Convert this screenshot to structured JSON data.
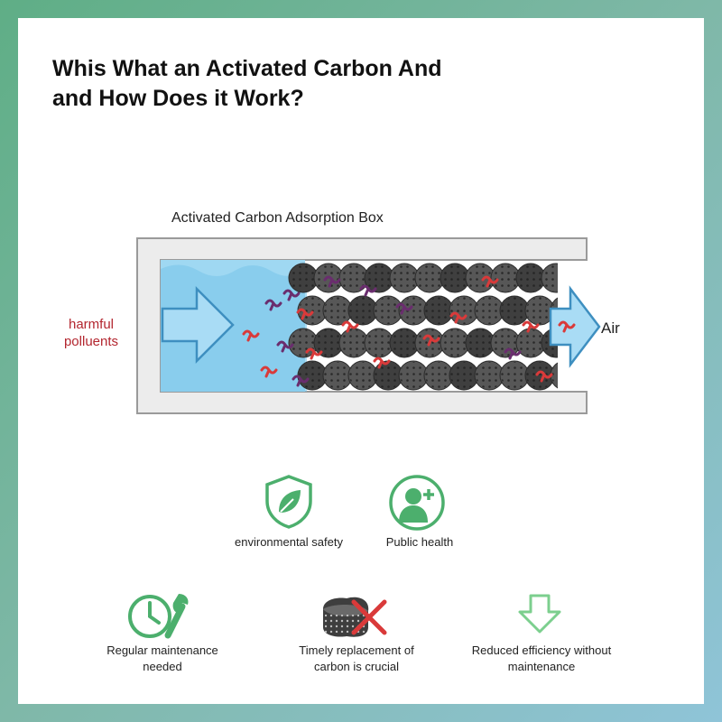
{
  "title": "Whis What an Activated Carbon And\nand How Does it Work?",
  "diagram": {
    "box_label": "Activated Carbon Adsorption Box",
    "input_label": "harmful\npolluents",
    "output_label": "Air"
  },
  "benefits": [
    {
      "icon": "shield-leaf-icon",
      "label": "environmental safety"
    },
    {
      "icon": "person-plus-icon",
      "label": "Public health"
    }
  ],
  "considerations": [
    {
      "icon": "clock-wrench-icon",
      "label": "Regular maintenance\nneeded"
    },
    {
      "icon": "carbon-block-x-icon",
      "label": "Timely replacement of\ncarbon is crucial"
    },
    {
      "icon": "down-arrow-icon",
      "label": "Reduced efficiency without\nmaintenance"
    }
  ],
  "colors": {
    "accent_green": "#4caf6d",
    "pollutant_red": "#d93a3a",
    "pollutant_purple": "#6a2d6e",
    "water_blue": "#8fd0ef",
    "carbon_dark": "#4a4a4a"
  }
}
